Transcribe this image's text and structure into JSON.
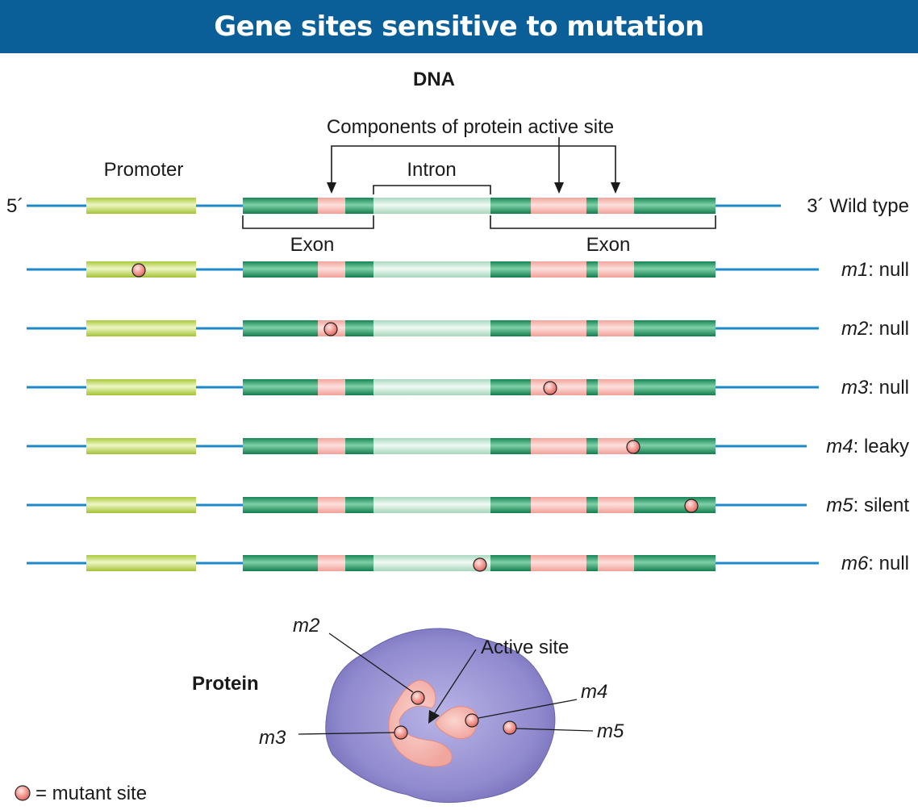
{
  "title": "Gene sites sensitive to mutation",
  "dna_label": "DNA",
  "active_site_components_label": "Components of protein active site",
  "promoter_label": "Promoter",
  "intron_label": "Intron",
  "exon_label": "Exon",
  "five_prime_label": "5´",
  "wild_type_label": "3´ Wild type",
  "mutants": [
    {
      "name": "m1",
      "effect": ": null",
      "site": "promoter"
    },
    {
      "name": "m2",
      "effect": ": null",
      "site": "active site component 1"
    },
    {
      "name": "m3",
      "effect": ": null",
      "site": "active site component 2"
    },
    {
      "name": "m4",
      "effect": ": leaky",
      "site": "active site component 3"
    },
    {
      "name": "m5",
      "effect": ": silent",
      "site": "exon 2"
    },
    {
      "name": "m6",
      "effect": ": null",
      "site": "intron splice site"
    }
  ],
  "protein": {
    "label": "Protein",
    "active_site_label": "Active site",
    "labels": [
      "m2",
      "m3",
      "m4",
      "m5"
    ]
  },
  "legend": "= mutant site",
  "colors": {
    "banner": "#0a5f99",
    "dna_line": "#1e88c8",
    "promoter": "#c5dc5e",
    "exon": "#2e9e6a",
    "intron": "#cdeadb",
    "active_site": "#f6b4ad",
    "mutant_site": "#e8756f",
    "protein": "#8b84c8"
  }
}
